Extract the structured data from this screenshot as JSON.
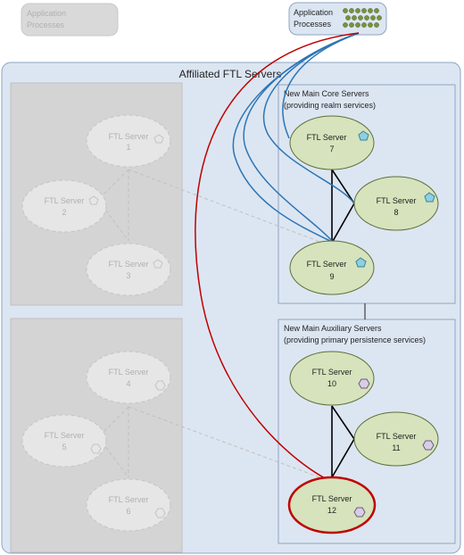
{
  "app_processes": {
    "faded_label": [
      "Application",
      "Processes"
    ],
    "active_label": [
      "Application",
      "Processes"
    ]
  },
  "affiliated": {
    "title": "Affiliated FTL Servers"
  },
  "core_group": {
    "title": [
      "New Main Core Servers",
      "(providing realm services)"
    ],
    "servers": [
      {
        "label": "FTL Server",
        "number": "7"
      },
      {
        "label": "FTL Server",
        "number": "8"
      },
      {
        "label": "FTL Server",
        "number": "9"
      }
    ]
  },
  "aux_group": {
    "title": [
      "New Main Auxiliary Servers",
      "(providing primary persistence services)"
    ],
    "servers": [
      {
        "label": "FTL Server",
        "number": "10"
      },
      {
        "label": "FTL Server",
        "number": "11"
      },
      {
        "label": "FTL Server",
        "number": "12"
      }
    ]
  },
  "old_core_group": {
    "servers": [
      {
        "label": "FTL Server",
        "number": "1"
      },
      {
        "label": "FTL Server",
        "number": "2"
      },
      {
        "label": "FTL Server",
        "number": "3"
      }
    ]
  },
  "old_aux_group": {
    "servers": [
      {
        "label": "FTL Server",
        "number": "4"
      },
      {
        "label": "FTL Server",
        "number": "5"
      },
      {
        "label": "FTL Server",
        "number": "6"
      }
    ]
  },
  "colors": {
    "group_fill": "#dce6f2",
    "group_stroke": "#8ea4c3",
    "server_fill": "#d6e3bc",
    "server_stroke": "#5e6e3a",
    "faded_fill": "#e6e6e6",
    "faded_stroke": "#c4c4c4",
    "blue_link": "#2e75b6",
    "red_link": "#c00000",
    "pentagon": "#8fcfe0",
    "hexagon": "#d9cde6",
    "dot": "#77933c"
  }
}
